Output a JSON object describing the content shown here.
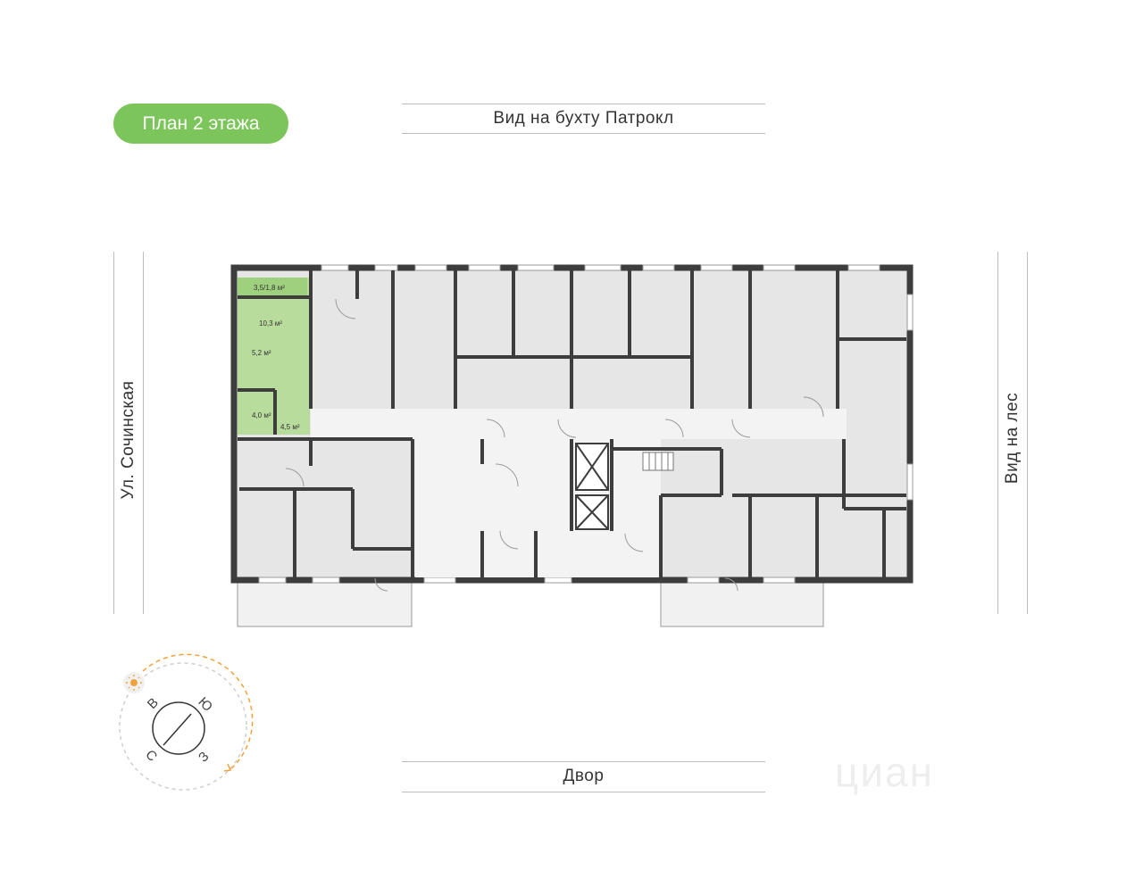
{
  "badge": {
    "label": "План 2 этажа",
    "color": "#7cc55a"
  },
  "views": {
    "top": "Вид на бухту Патрокл",
    "bottom": "Двор",
    "left": "Ул. Сочинская",
    "right": "Вид на лес"
  },
  "highlighted_unit": {
    "color": "#b8dc9c",
    "areas": [
      "3,5/1,8 м²",
      "10,3 м²",
      "5,2 м²",
      "4,0 м²",
      "4,5 м²"
    ]
  },
  "compass": {
    "letters": {
      "north": "В",
      "east": "Ю",
      "south": "З",
      "west": "С"
    },
    "sun_icon": "sun-icon",
    "path_color": "#f0a23c"
  },
  "watermark": "циан",
  "colors": {
    "wall": "#3d3d3d",
    "room": "#e6e6e6",
    "corridor": "#f3f3f3"
  }
}
